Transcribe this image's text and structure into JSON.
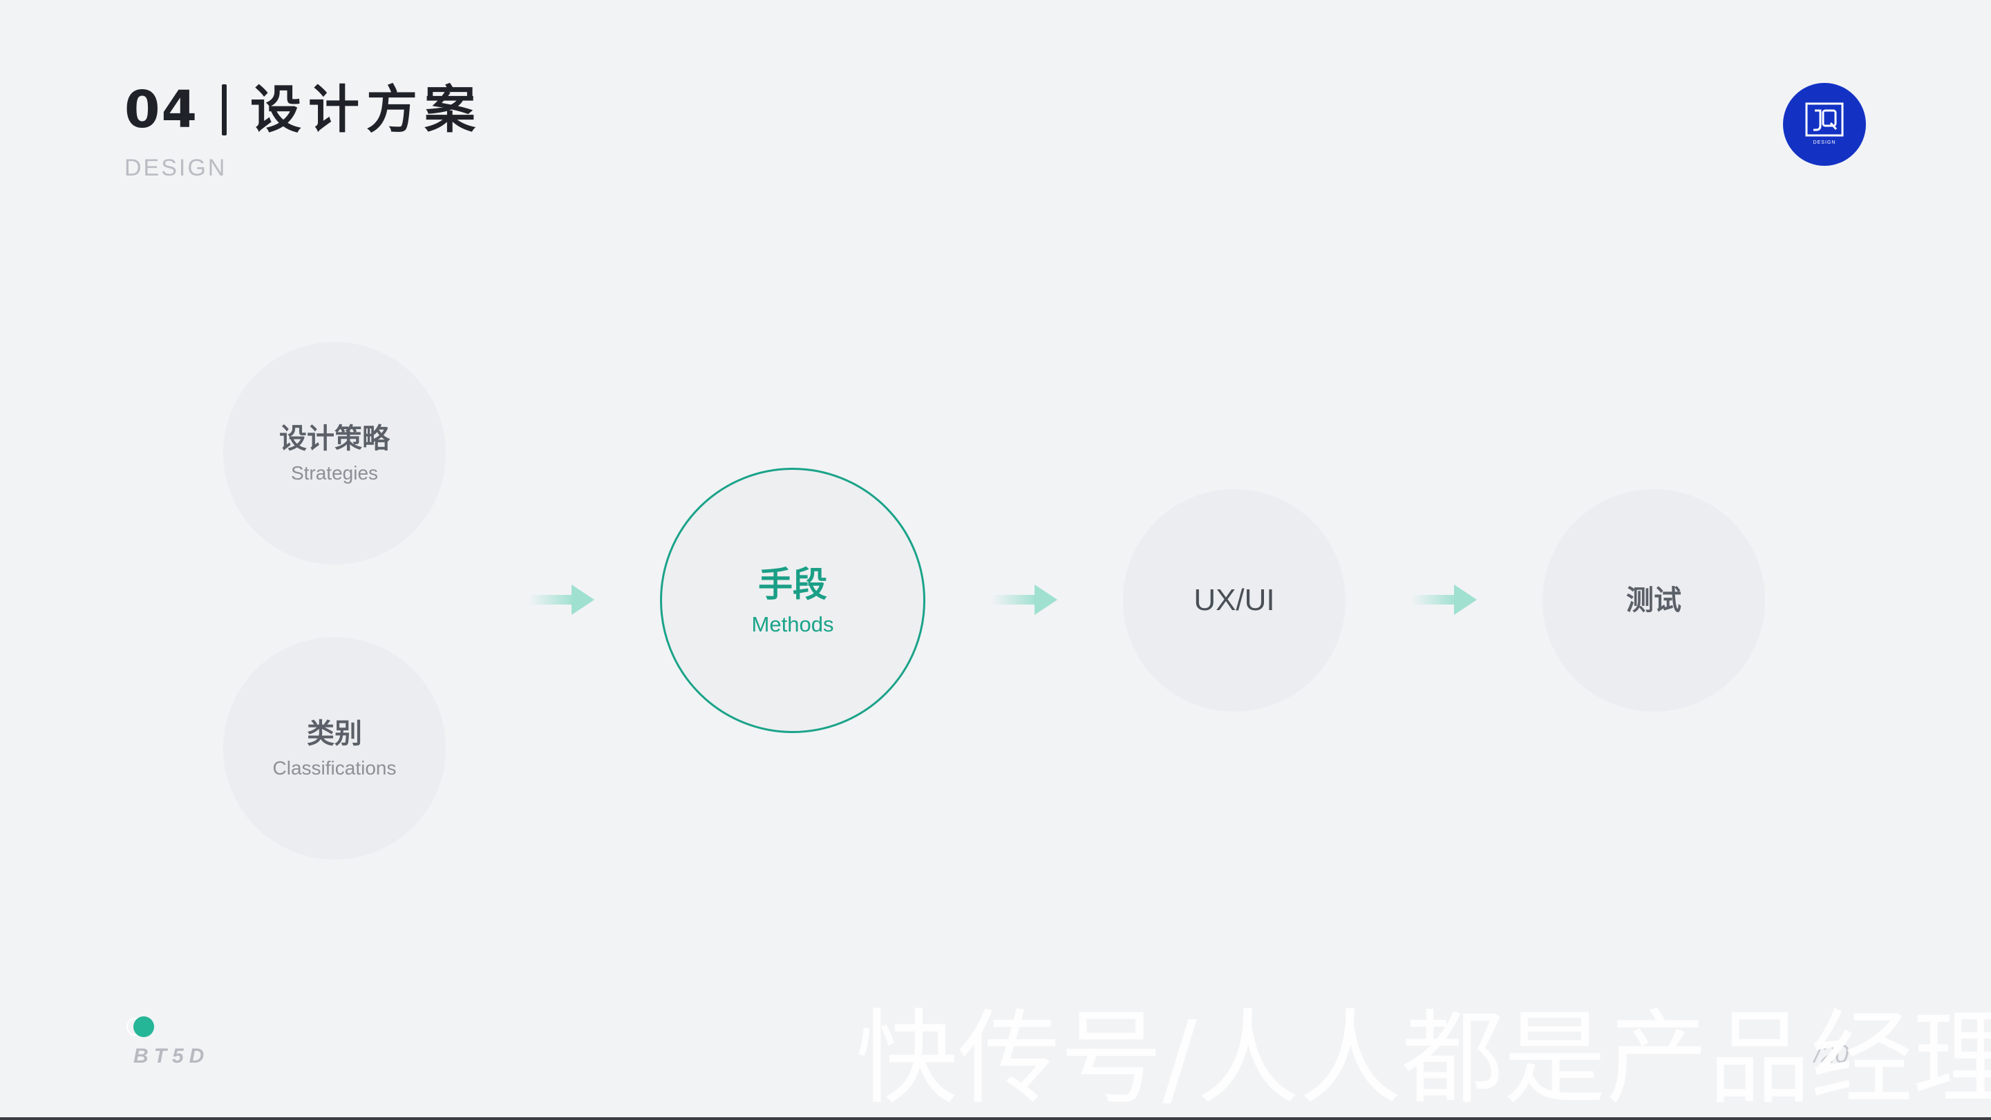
{
  "header": {
    "number": "04",
    "title": "设计方案",
    "subtitle": "DESIGN"
  },
  "logo": {
    "icon": "jq-design-logo-icon",
    "color": "#1332c4"
  },
  "diagram": {
    "nodes": [
      {
        "id": "strategies",
        "zh": "设计策略",
        "en": "Strategies"
      },
      {
        "id": "classifications",
        "zh": "类别",
        "en": "Classifications"
      },
      {
        "id": "methods",
        "zh": "手段",
        "en": "Methods",
        "active": true
      },
      {
        "id": "uxui",
        "zh": "UX/UI"
      },
      {
        "id": "test",
        "zh": "测试"
      }
    ],
    "accent_color": "#1aa389",
    "arrow_color": "#9fe0d0"
  },
  "footer": {
    "brand": "BT5D",
    "brand_dot_color": "#25b597",
    "page": "/20"
  },
  "watermark": "快传号/人人都是产品经理"
}
